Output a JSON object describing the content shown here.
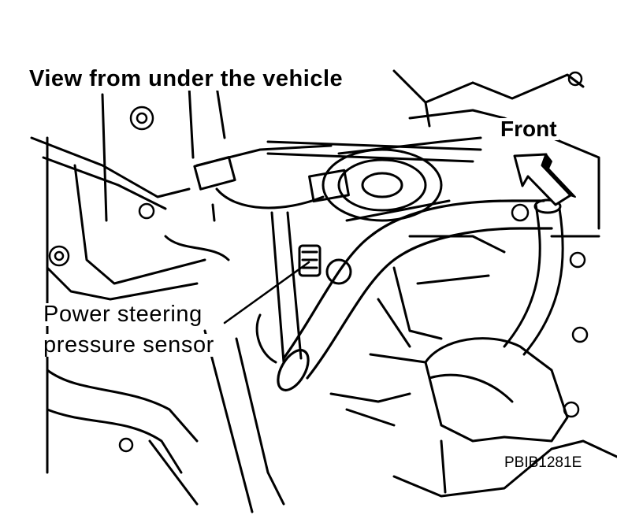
{
  "diagram": {
    "title": "View from under the vehicle",
    "direction_label": "Front",
    "component_label_line1": "Power steering",
    "component_label_line2": "pressure sensor",
    "figure_code": "PBIB1281E",
    "line_color": "#000000",
    "background_color": "#ffffff",
    "icons": [
      "front-direction-arrow-icon",
      "leader-line"
    ]
  }
}
